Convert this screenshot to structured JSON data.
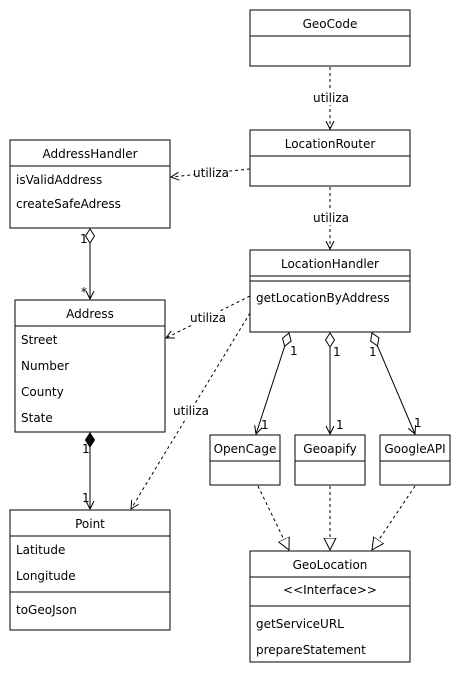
{
  "classes": {
    "geocode": {
      "name": "GeoCode",
      "members": []
    },
    "location_router": {
      "name": "LocationRouter",
      "members": []
    },
    "address_handler": {
      "name": "AddressHandler",
      "members": [
        "isValidAddress",
        "createSafeAdress"
      ]
    },
    "location_handler": {
      "name": "LocationHandler",
      "members": [
        "getLocationByAddress"
      ]
    },
    "address": {
      "name": "Address",
      "members": [
        "Street",
        "Number",
        "County",
        "State"
      ]
    },
    "opencage": {
      "name": "OpenCage",
      "members": []
    },
    "geoapify": {
      "name": "Geoapify",
      "members": []
    },
    "googleapi": {
      "name": "GoogleAPI",
      "members": []
    },
    "point": {
      "name": "Point",
      "attributes": [
        "Latitude",
        "Longitude"
      ],
      "methods": [
        "toGeoJson"
      ]
    },
    "geolocation": {
      "name": "GeoLocation",
      "stereotype": "<<Interface>>",
      "methods": [
        "getServiceURL",
        "prepareStatement"
      ]
    }
  },
  "relations": {
    "geocode_router": "utiliza",
    "router_addresshandler": "utiliza",
    "router_locationhandler": "utiliza",
    "locationhandler_address": "utiliza",
    "locationhandler_point": "utiliza",
    "addresshandler_address": {
      "source": "1",
      "target": "*"
    },
    "address_point": {
      "source": "1",
      "target": "1"
    },
    "lh_opencage": {
      "source": "1",
      "target": "1"
    },
    "lh_geoapify": {
      "source": "1",
      "target": "1"
    },
    "lh_googleapi": {
      "source": "1",
      "target": "1"
    }
  }
}
